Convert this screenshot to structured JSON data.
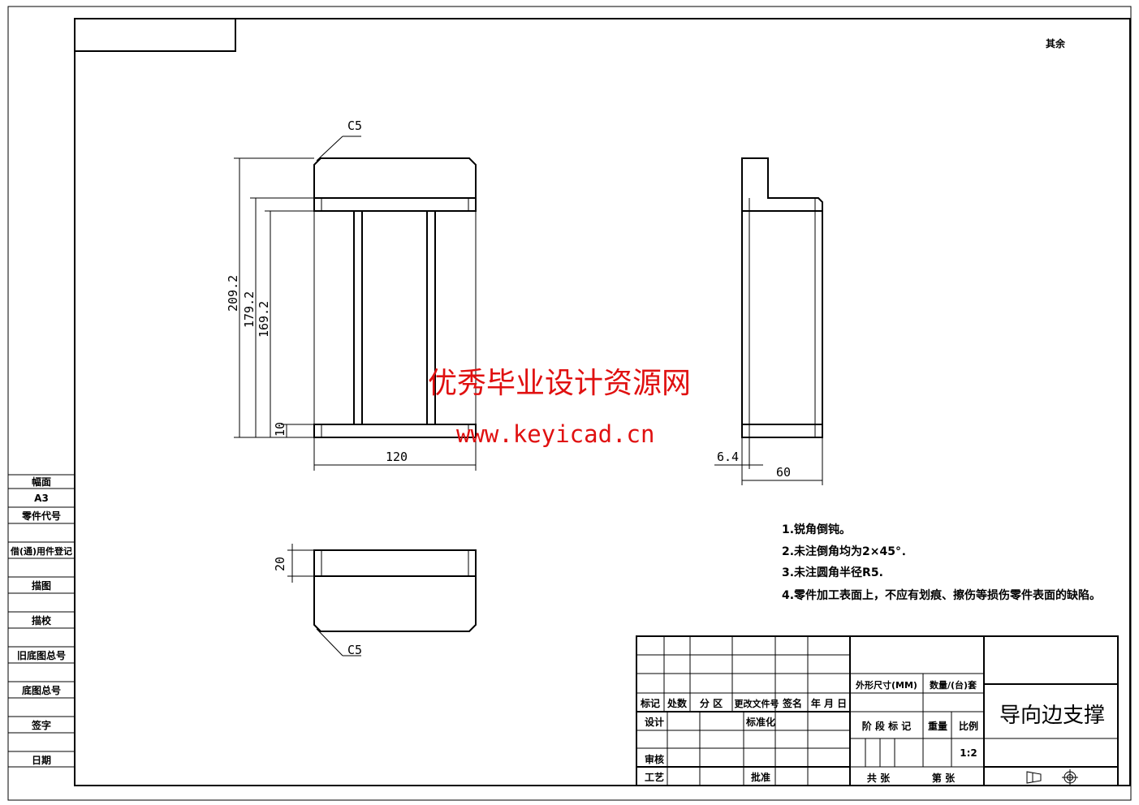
{
  "corner_mark": "其余",
  "chamfer_label": "C5",
  "dimensions": {
    "h_total": "209.2",
    "h_mid": "179.2",
    "h_inner": "169.2",
    "h_bottom": "10",
    "width": "120",
    "side_offset": "6.4",
    "side_width": "60",
    "top_view_height": "20"
  },
  "watermark": {
    "title": "优秀毕业设计资源网",
    "url": "www.keyicad.cn"
  },
  "notes": [
    "1.锐角倒钝。",
    "2.未注倒角均为2×45°．",
    "3.未注圆角半径R5.",
    "4.零件加工表面上，不应有划痕、擦伤等损伤零件表面的缺陷。"
  ],
  "left_strip": [
    "幅面",
    "A3",
    "零件代号",
    "借(通)用件登记",
    "描图",
    "描校",
    "旧底图总号",
    "底图总号",
    "签字",
    "日期"
  ],
  "title_block": {
    "revision_headers": [
      "标记",
      "处数",
      "分 区",
      "更改文件号",
      "签名",
      "年 月 日"
    ],
    "design": "设计",
    "standardize": "标准化",
    "review": "审核",
    "process": "工艺",
    "approve": "批准",
    "outline_size": "外形尺寸(MM)",
    "quantity": "数量/(台)套",
    "stage_mark": "阶 段 标 记",
    "weight": "重量",
    "scale_label": "比例",
    "scale": "1:2",
    "total_sheets": "共  张",
    "sheet_no": "第  张",
    "part_name": "导向边支撑"
  }
}
